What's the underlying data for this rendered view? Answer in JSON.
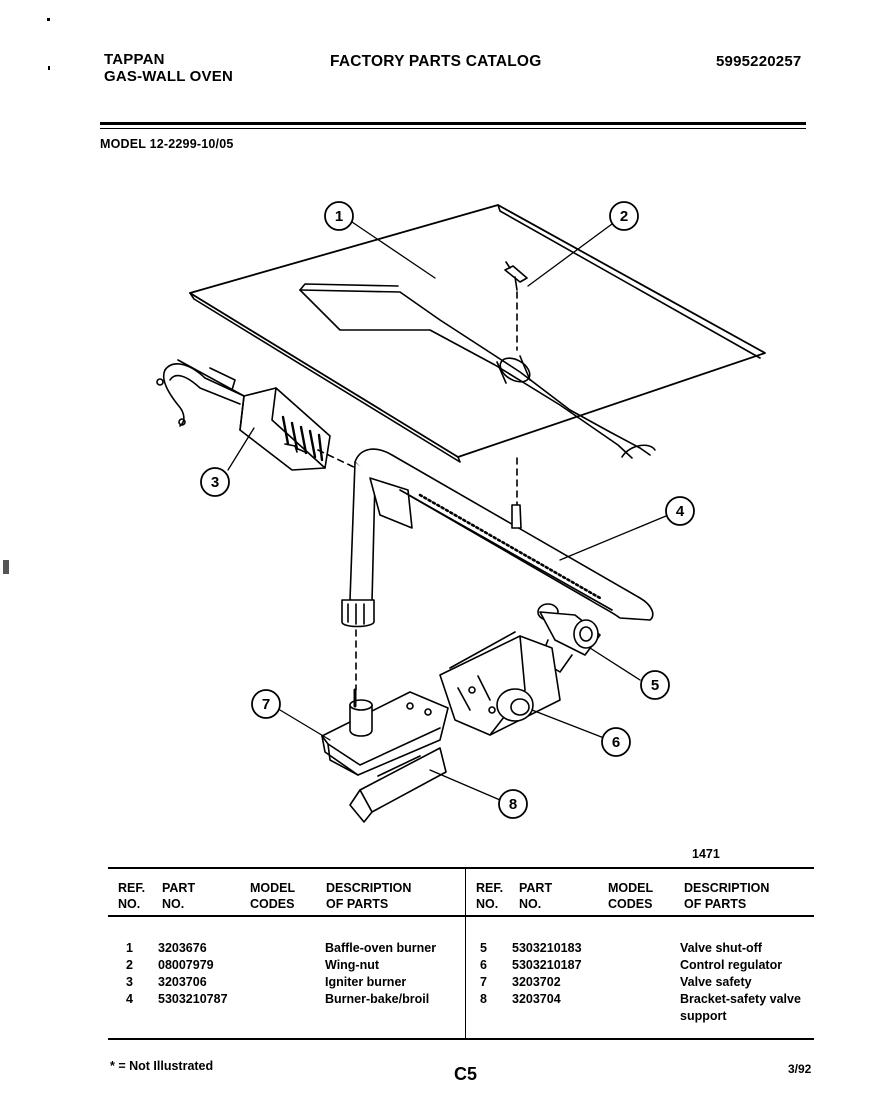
{
  "header": {
    "brand": "TAPPAN",
    "product": "GAS-WALL OVEN",
    "catalog_title": "FACTORY PARTS CATALOG",
    "catalog_number": "5995220257",
    "model": "MODEL 12-2299-10/05"
  },
  "diagram": {
    "figure_number": "1471",
    "callouts": [
      "1",
      "2",
      "3",
      "4",
      "5",
      "6",
      "7",
      "8"
    ]
  },
  "table": {
    "headers": {
      "ref": "REF.\nNO.",
      "part": "PART\nNO.",
      "model": "MODEL\nCODES",
      "desc": "DESCRIPTION\nOF PARTS"
    },
    "left_rows": [
      {
        "ref": "1",
        "part": "3203676",
        "model": "",
        "desc": "Baffle-oven burner"
      },
      {
        "ref": "2",
        "part": "08007979",
        "model": "",
        "desc": "Wing-nut"
      },
      {
        "ref": "3",
        "part": "3203706",
        "model": "",
        "desc": "Igniter burner"
      },
      {
        "ref": "4",
        "part": "5303210787",
        "model": "",
        "desc": "Burner-bake/broil"
      }
    ],
    "right_rows": [
      {
        "ref": "5",
        "part": "5303210183",
        "model": "",
        "desc": "Valve shut-off"
      },
      {
        "ref": "6",
        "part": "5303210187",
        "model": "",
        "desc": "Control regulator"
      },
      {
        "ref": "7",
        "part": "3203702",
        "model": "",
        "desc": "Valve safety"
      },
      {
        "ref": "8",
        "part": "3203704",
        "model": "",
        "desc": "Bracket-safety valve support"
      }
    ]
  },
  "footer": {
    "note": "* = Not Illustrated",
    "page": "C5",
    "date": "3/92"
  }
}
